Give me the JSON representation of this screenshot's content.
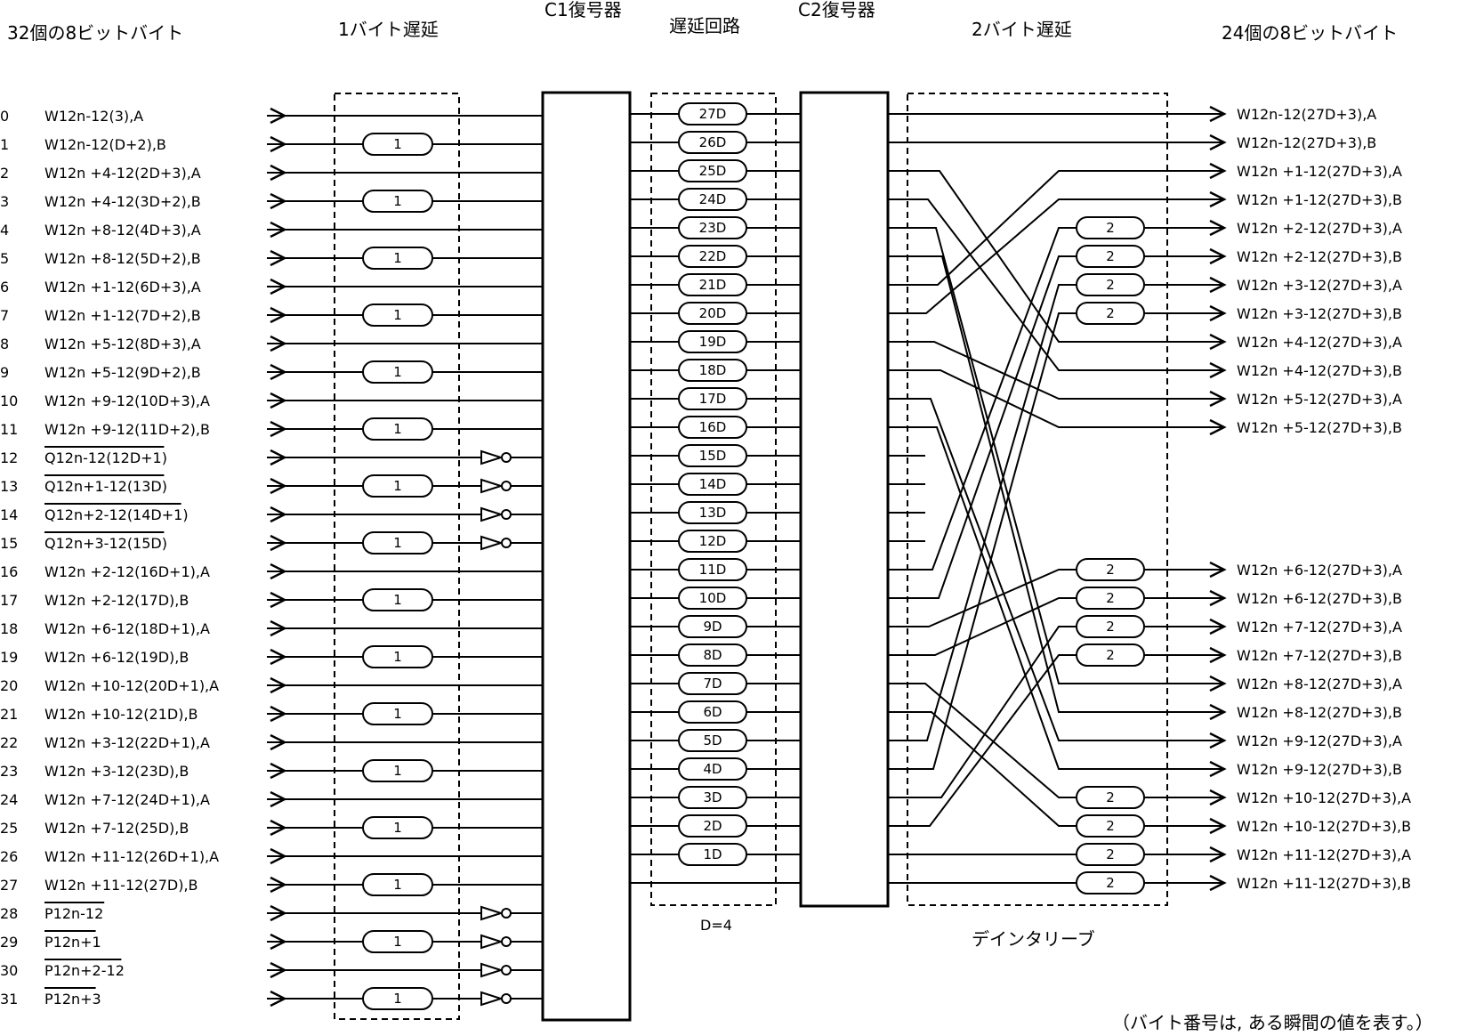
{
  "headers": {
    "input_bytes": "32個の8ビットバイト",
    "one_byte_delay": "1バイト遅延",
    "c1_decoder": "C1復号器",
    "delay_circuit": "遅延回路",
    "c2_decoder": "C2復号器",
    "two_byte_delay": "2バイト遅延",
    "output_bytes": "24個の8ビットバイト"
  },
  "d_note": "D=4",
  "deinterleave": "デインタリーブ",
  "footnote": "（バイト番号は, ある瞬間の値を表す。）",
  "inputs": [
    {
      "n": "0",
      "label": "W12n-12(3),A",
      "over": false
    },
    {
      "n": "1",
      "label": "W12n-12(D+2),B",
      "over": false
    },
    {
      "n": "2",
      "label": "W12n +4-12(2D+3),A",
      "over": false
    },
    {
      "n": "3",
      "label": "W12n +4-12(3D+2),B",
      "over": false
    },
    {
      "n": "4",
      "label": "W12n +8-12(4D+3),A",
      "over": false
    },
    {
      "n": "5",
      "label": "W12n +8-12(5D+2),B",
      "over": false
    },
    {
      "n": "6",
      "label": "W12n +1-12(6D+3),A",
      "over": false
    },
    {
      "n": "7",
      "label": "W12n +1-12(7D+2),B",
      "over": false
    },
    {
      "n": "8",
      "label": "W12n +5-12(8D+3),A",
      "over": false
    },
    {
      "n": "9",
      "label": "W12n +5-12(9D+2),B",
      "over": false
    },
    {
      "n": "10",
      "label": "W12n +9-12(10D+3),A",
      "over": false
    },
    {
      "n": "11",
      "label": "W12n +9-12(11D+2),B",
      "over": false
    },
    {
      "n": "12",
      "label": "Q12n-12(12D+1)",
      "over": true
    },
    {
      "n": "13",
      "label": "Q12n+1-12(13D)",
      "over": true
    },
    {
      "n": "14",
      "label": "Q12n+2-12(14D+1)",
      "over": true
    },
    {
      "n": "15",
      "label": "Q12n+3-12(15D)",
      "over": true
    },
    {
      "n": "16",
      "label": "W12n +2-12(16D+1),A",
      "over": false
    },
    {
      "n": "17",
      "label": "W12n +2-12(17D),B",
      "over": false
    },
    {
      "n": "18",
      "label": "W12n +6-12(18D+1),A",
      "over": false
    },
    {
      "n": "19",
      "label": "W12n +6-12(19D),B",
      "over": false
    },
    {
      "n": "20",
      "label": "W12n +10-12(20D+1),A",
      "over": false
    },
    {
      "n": "21",
      "label": "W12n +10-12(21D),B",
      "over": false
    },
    {
      "n": "22",
      "label": "W12n +3-12(22D+1),A",
      "over": false
    },
    {
      "n": "23",
      "label": "W12n +3-12(23D),B",
      "over": false
    },
    {
      "n": "24",
      "label": "W12n +7-12(24D+1),A",
      "over": false
    },
    {
      "n": "25",
      "label": "W12n +7-12(25D),B",
      "over": false
    },
    {
      "n": "26",
      "label": "W12n +11-12(26D+1),A",
      "over": false
    },
    {
      "n": "27",
      "label": "W12n +11-12(27D),B",
      "over": false
    },
    {
      "n": "28",
      "label": "P12n-12",
      "over": true
    },
    {
      "n": "29",
      "label": "P12n+1",
      "over": true
    },
    {
      "n": "30",
      "label": "P12n+2-12",
      "over": true
    },
    {
      "n": "31",
      "label": "P12n+3",
      "over": true
    }
  ],
  "one_byte_delay_label": "1",
  "delays": [
    "27D",
    "26D",
    "25D",
    "24D",
    "23D",
    "22D",
    "21D",
    "20D",
    "19D",
    "18D",
    "17D",
    "16D",
    "15D",
    "14D",
    "13D",
    "12D",
    "11D",
    "10D",
    "9D",
    "8D",
    "7D",
    "6D",
    "5D",
    "4D",
    "3D",
    "2D",
    "1D"
  ],
  "two_byte_delay_label": "2",
  "outputs": [
    "W12n-12(27D+3),A",
    "W12n-12(27D+3),B",
    "W12n +1-12(27D+3),A",
    "W12n +1-12(27D+3),B",
    "W12n +2-12(27D+3),A",
    "W12n +2-12(27D+3),B",
    "W12n +3-12(27D+3),A",
    "W12n +3-12(27D+3),B",
    "W12n +4-12(27D+3),A",
    "W12n +4-12(27D+3),B",
    "W12n +5-12(27D+3),A",
    "W12n +5-12(27D+3),B",
    "W12n +6-12(27D+3),A",
    "W12n +6-12(27D+3),B",
    "W12n +7-12(27D+3),A",
    "W12n +7-12(27D+3),B",
    "W12n +8-12(27D+3),A",
    "W12n +8-12(27D+3),B",
    "W12n +9-12(27D+3),A",
    "W12n +9-12(27D+3),B",
    "W12n +10-12(27D+3),A",
    "W12n +10-12(27D+3),B",
    "W12n +11-12(27D+3),A",
    "W12n +11-12(27D+3),B"
  ]
}
